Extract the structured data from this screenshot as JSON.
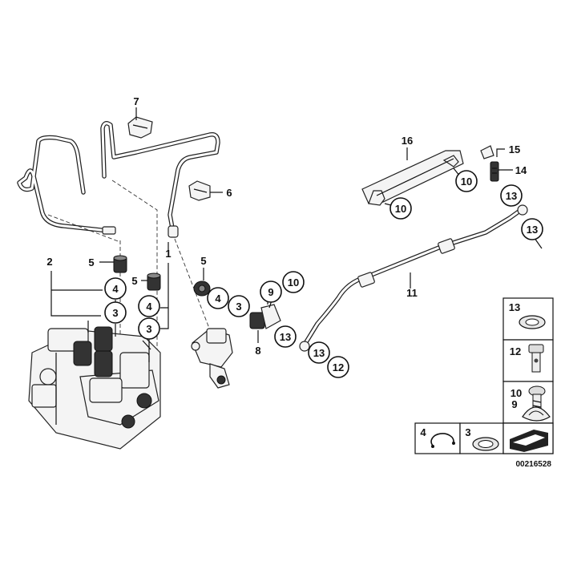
{
  "callouts": [
    {
      "id": "c1",
      "label": "1"
    },
    {
      "id": "c2",
      "label": "2"
    },
    {
      "id": "c3a",
      "label": "3"
    },
    {
      "id": "c3b",
      "label": "3"
    },
    {
      "id": "c3c",
      "label": "3"
    },
    {
      "id": "c4a",
      "label": "4"
    },
    {
      "id": "c4b",
      "label": "4"
    },
    {
      "id": "c4c",
      "label": "4"
    },
    {
      "id": "c5a",
      "label": "5"
    },
    {
      "id": "c5b",
      "label": "5"
    },
    {
      "id": "c5c",
      "label": "5"
    },
    {
      "id": "c6",
      "label": "6"
    },
    {
      "id": "c7",
      "label": "7"
    },
    {
      "id": "c8",
      "label": "8"
    },
    {
      "id": "c9",
      "label": "9"
    },
    {
      "id": "c10a",
      "label": "10"
    },
    {
      "id": "c10b",
      "label": "10"
    },
    {
      "id": "c10c",
      "label": "10"
    },
    {
      "id": "c11",
      "label": "11"
    },
    {
      "id": "c12",
      "label": "12"
    },
    {
      "id": "c13a",
      "label": "13"
    },
    {
      "id": "c13b",
      "label": "13"
    },
    {
      "id": "c13c",
      "label": "13"
    },
    {
      "id": "c13d",
      "label": "13"
    },
    {
      "id": "c14",
      "label": "14"
    },
    {
      "id": "c15",
      "label": "15"
    },
    {
      "id": "c16",
      "label": "16"
    }
  ],
  "legend": {
    "items": [
      {
        "label": "13",
        "part": "sealing-ring"
      },
      {
        "label": "12",
        "part": "hollow-bolt"
      },
      {
        "label": "10",
        "part": "screw"
      },
      {
        "label": "9",
        "part": "clip"
      },
      {
        "label": "4",
        "part": "circlip"
      },
      {
        "label": "3",
        "part": "ring"
      }
    ]
  },
  "diagram_code": "00216528"
}
